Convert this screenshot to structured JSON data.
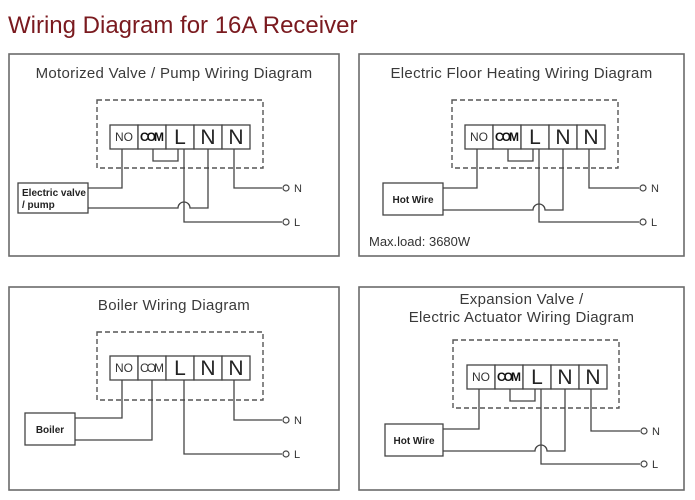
{
  "title": "Wiring Diagram for 16A Receiver",
  "colors": {
    "title": "#7a1a1f",
    "line": "#444444",
    "border": "#6b6b6b"
  },
  "panels": [
    {
      "title_lines": [
        "Motorized Valve / Pump Wiring Diagram"
      ],
      "terminals": [
        "NO",
        "COM",
        "L",
        "N",
        "N"
      ],
      "com_bold": true,
      "com_l_jumper": true,
      "device_lines": [
        "Electric valve",
        "/ pump"
      ],
      "wiring": "NO->device, device->N(terminal 4) crossing L, L terminal->L line, N terminal 5->N line",
      "supply": [
        "N",
        "L"
      ],
      "note": null
    },
    {
      "title_lines": [
        "Electric Floor Heating Wiring Diagram"
      ],
      "terminals": [
        "NO",
        "COM",
        "L",
        "N",
        "N"
      ],
      "com_bold": true,
      "com_l_jumper": true,
      "device_lines": [
        "Hot Wire"
      ],
      "wiring": "NO->device, device->N(terminal 4) crossing L, L terminal->L line, N terminal 5->N line",
      "supply": [
        "N",
        "L"
      ],
      "note": "Max.load: 3680W"
    },
    {
      "title_lines": [
        "Boiler Wiring Diagram"
      ],
      "terminals": [
        "NO",
        "COM",
        "L",
        "N",
        "N"
      ],
      "com_bold": false,
      "com_l_jumper": false,
      "device_lines": [
        "Boiler"
      ],
      "wiring": "NO->device, COM->device, L terminal->L line, N terminal 5->N line",
      "supply": [
        "N",
        "L"
      ],
      "note": null
    },
    {
      "title_lines": [
        "Expansion Valve /",
        "Electric Actuator Wiring Diagram"
      ],
      "terminals": [
        "NO",
        "COM",
        "L",
        "N",
        "N"
      ],
      "com_bold": true,
      "com_l_jumper": true,
      "device_lines": [
        "Hot Wire"
      ],
      "wiring": "NO->device, device->N(terminal 4) crossing L, L terminal->L line, N terminal 5->N line",
      "supply": [
        "N",
        "L"
      ],
      "note": null
    }
  ]
}
